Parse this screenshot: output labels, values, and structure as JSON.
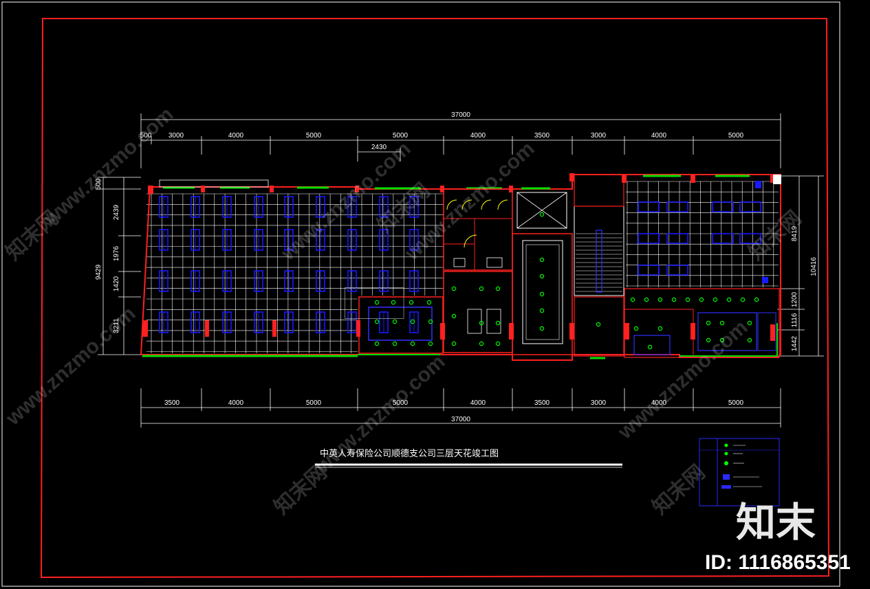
{
  "drawing": {
    "title": "中英人寿保险公司顺德支公司三层天花竣工图"
  },
  "dimensions": {
    "top_total": "37000",
    "top_segments": [
      "500",
      "3000",
      "4000",
      "5000",
      "5000",
      "4000",
      "3500",
      "3000",
      "4000",
      "5000"
    ],
    "top_sub": "2430",
    "bottom_segments": [
      "3500",
      "4000",
      "5000",
      "5000",
      "4000",
      "3500",
      "3000",
      "4000",
      "5000"
    ],
    "bottom_total": "37000",
    "left_segments": [
      "500",
      "2439",
      "1976",
      "1420",
      "3211"
    ],
    "left_total": "9429",
    "right_segments": [
      "8419",
      "1200",
      "1116",
      "1442"
    ],
    "right_total": "10416"
  },
  "watermarks": {
    "site": "www.znzmo.com",
    "site_cn": "知末网",
    "brand": "知末",
    "id_label": "ID: 1116865351"
  },
  "colors": {
    "background": "#000000",
    "wall": "#ff2020",
    "grid": "#ffffff",
    "light_panel": "#1a1aff",
    "window": "#00e000",
    "spot_light": "#00ff00",
    "legend_frame": "#2a2aff"
  }
}
